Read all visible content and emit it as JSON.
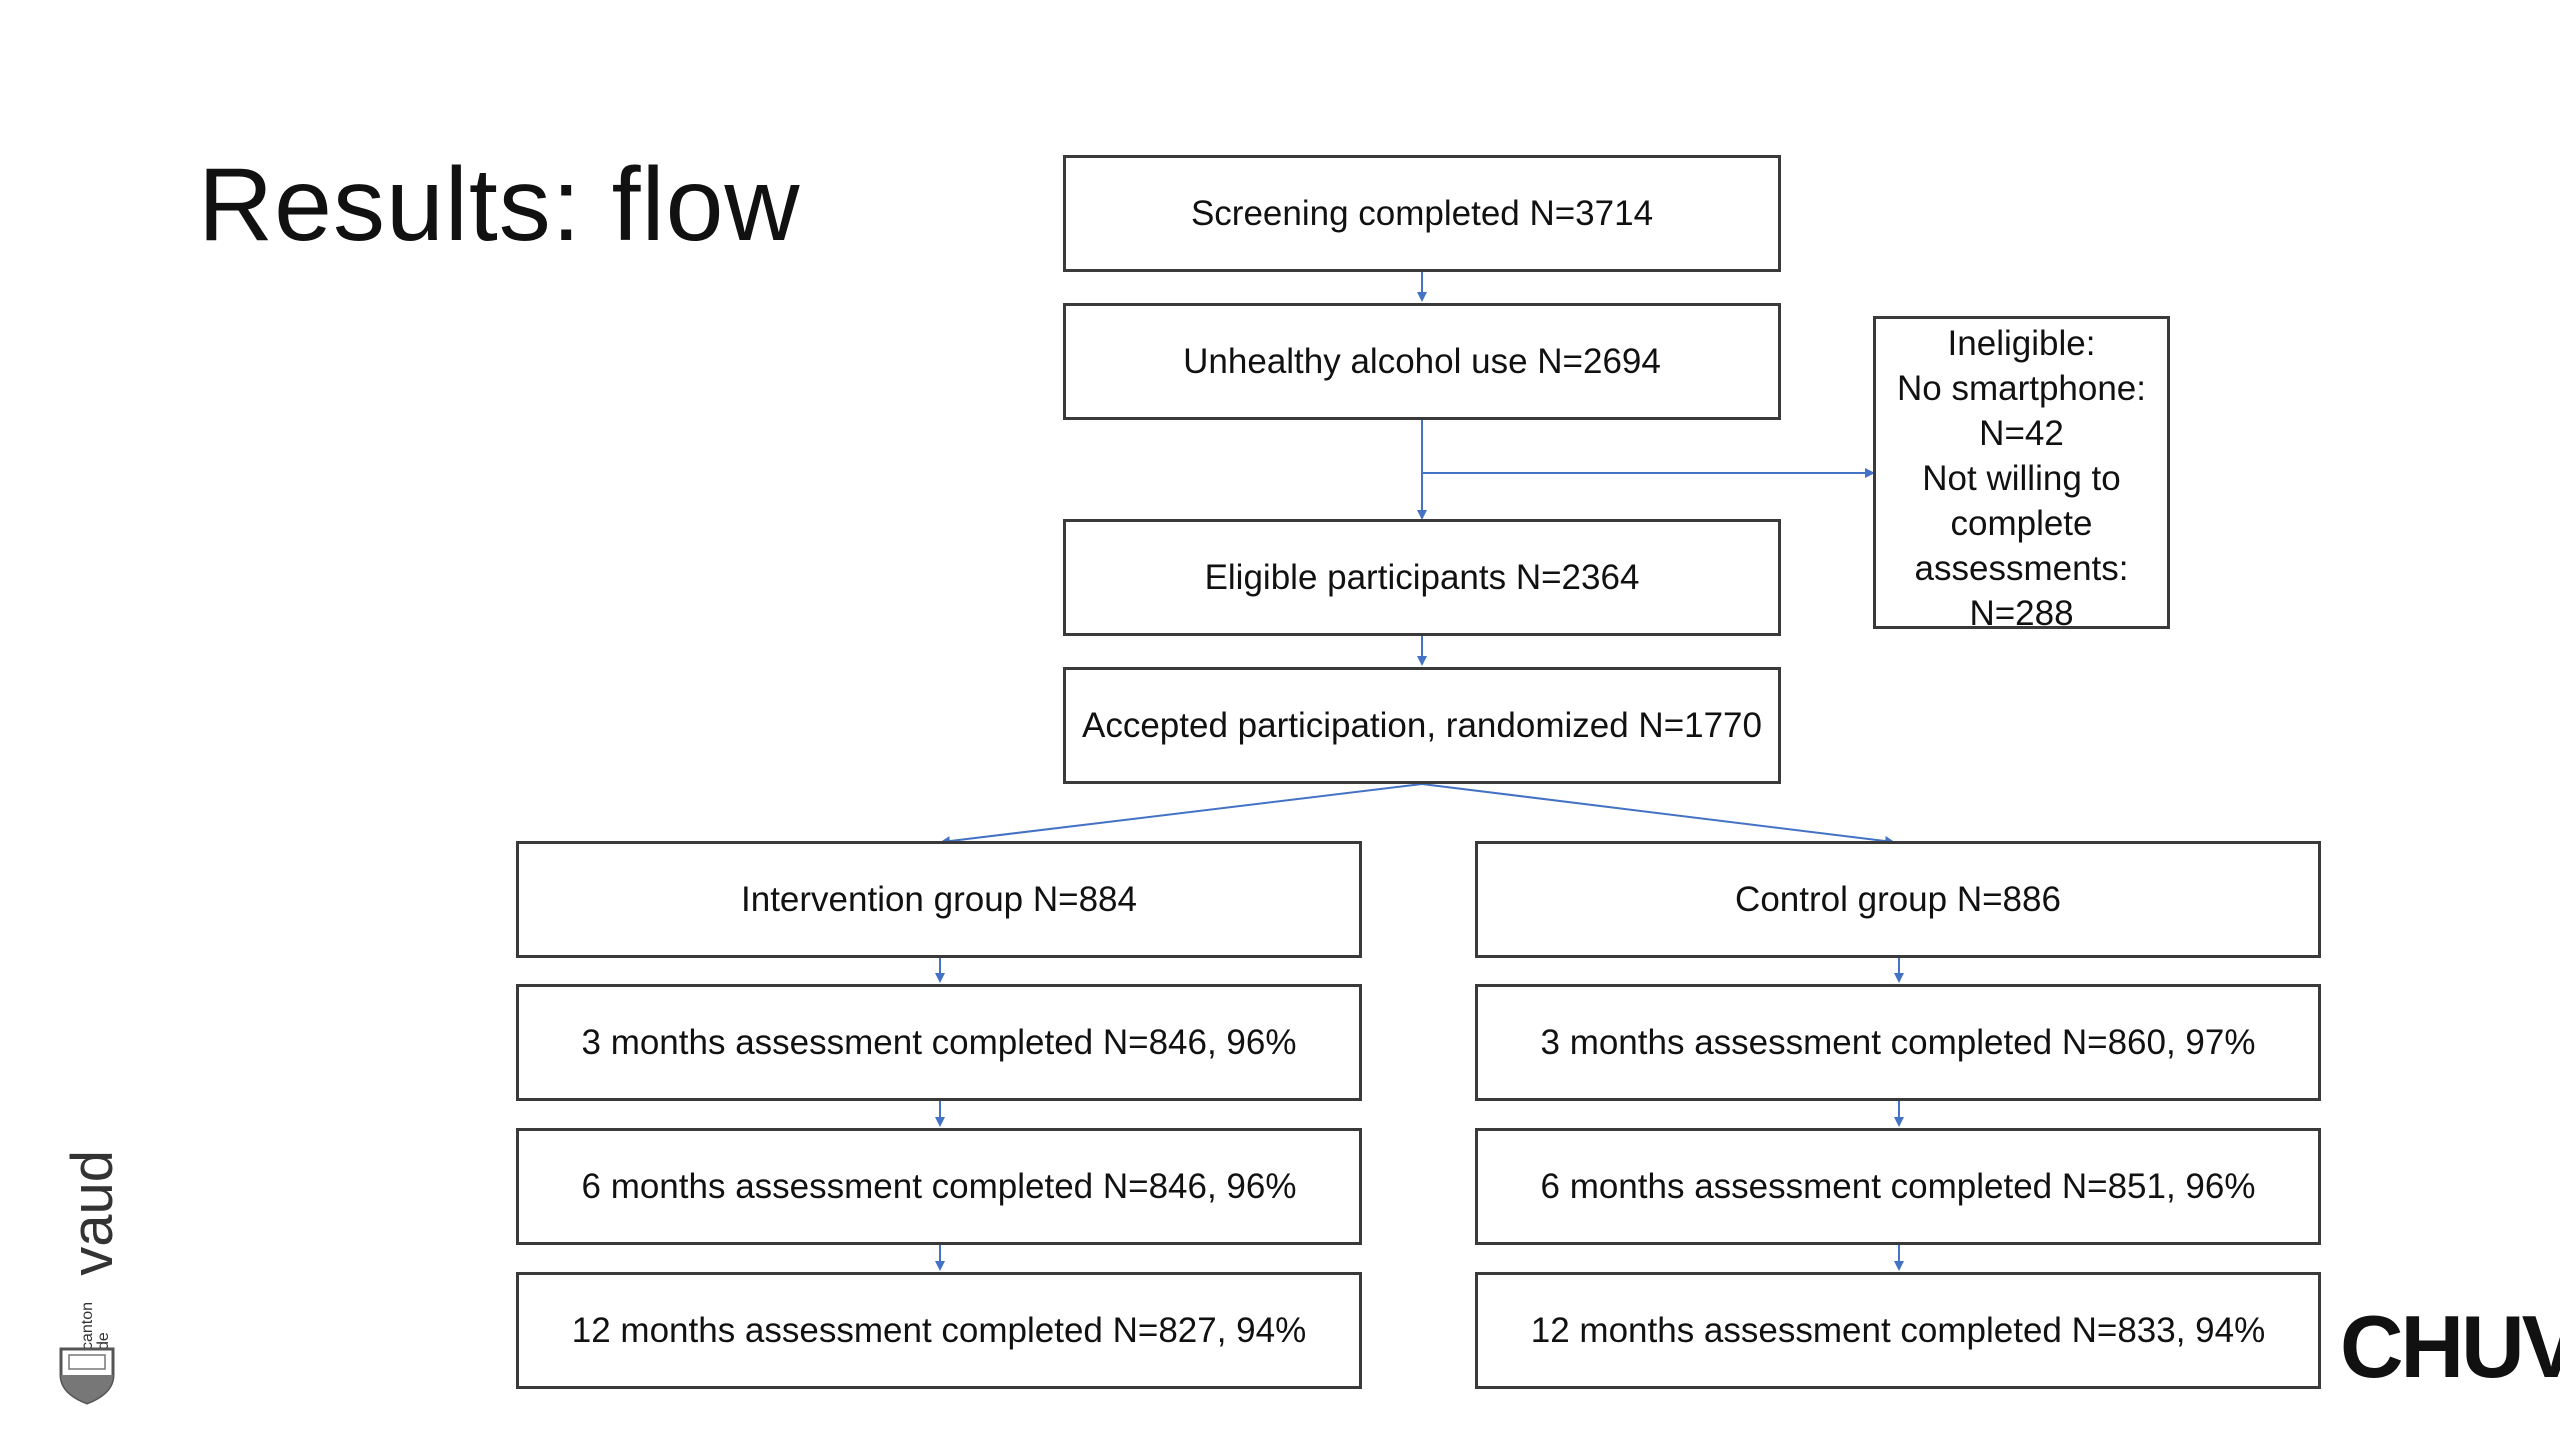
{
  "title": "Results: flow",
  "boxes": {
    "screening": "Screening completed N=3714",
    "unhealthy": "Unhealthy alcohol use N=2694",
    "eligible": "Eligible participants N=2364",
    "accepted": "Accepted participation, randomized N=1770",
    "intervention": "Intervention group N=884",
    "control": "Control group N=886",
    "int_3m": "3 months assessment completed N=846, 96%",
    "int_6m": "6 months assessment completed N=846, 96%",
    "int_12m": "12 months assessment completed N=827, 94%",
    "ctl_3m": "3 months assessment completed N=860, 97%",
    "ctl_6m": "6 months assessment completed N=851, 96%",
    "ctl_12m": "12 months assessment completed N=833, 94%"
  },
  "ineligible": {
    "lines": [
      "Ineligible:",
      "No smartphone:",
      "N=42",
      "Not willing to",
      "complete",
      "assessments:",
      "N=288"
    ]
  },
  "logos": {
    "vaud_small": "canton de",
    "vaud_big": "vaud",
    "chuv": "CHUV"
  },
  "colors": {
    "arrow": "#4472c4",
    "border": "#3a3a3a"
  }
}
